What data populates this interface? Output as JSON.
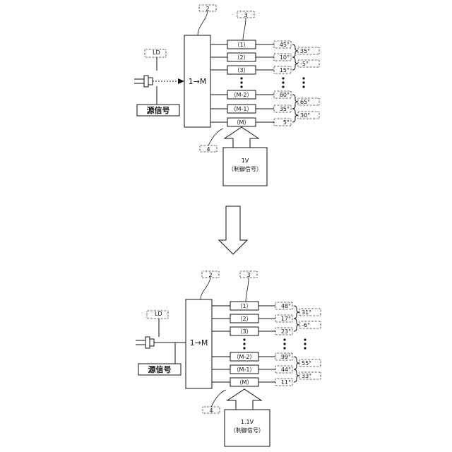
{
  "panels": [
    {
      "ld_label": "LD",
      "source_label": "源信号",
      "splitter_label": "1→M",
      "ref_splitter": "2",
      "ref_channel": "3",
      "ref_bottom": "4",
      "control_line1": "1V",
      "control_line2": "（制御信号）",
      "channels": [
        {
          "label": "（1）",
          "angle": "45°"
        },
        {
          "label": "（2）",
          "angle": "10°"
        },
        {
          "label": "（3）",
          "angle": "15°"
        },
        {
          "label": "（M-2）",
          "angle": "80°"
        },
        {
          "label": "（M-1）",
          "angle": "35°"
        },
        {
          "label": "（M）",
          "angle": "5°"
        }
      ],
      "differences": [
        "35°",
        "-5°",
        "65°",
        "30°"
      ]
    },
    {
      "ld_label": "LD",
      "source_label": "源信号",
      "splitter_label": "1→M",
      "ref_splitter": "2",
      "ref_channel": "3",
      "ref_bottom": "4",
      "control_line1": "1.1V",
      "control_line2": "（制御信号）",
      "channels": [
        {
          "label": "（1）",
          "angle": "48°"
        },
        {
          "label": "（2）",
          "angle": "17°"
        },
        {
          "label": "（3）",
          "angle": "23°"
        },
        {
          "label": "（M-2）",
          "angle": "99°"
        },
        {
          "label": "（M-1）",
          "angle": "44°"
        },
        {
          "label": "（M）",
          "angle": "11°"
        }
      ],
      "differences": [
        "31°",
        "-6°",
        "55°",
        "33°"
      ]
    }
  ],
  "ellipsis_glyph": "·"
}
